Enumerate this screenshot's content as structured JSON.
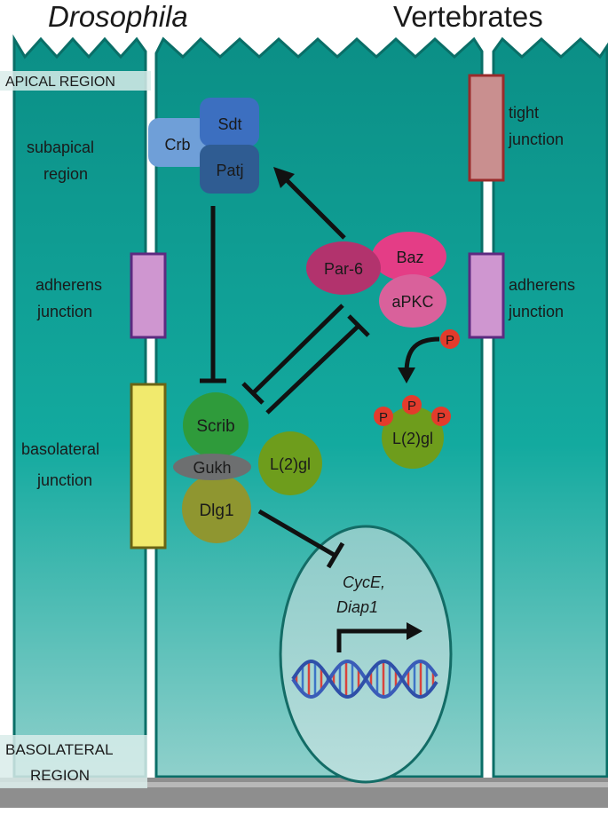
{
  "header": {
    "left_title": "Drosophila",
    "right_title": "Vertebrates"
  },
  "regions": {
    "apical": "APICAL REGION",
    "basolateral_line1": "BASOLATERAL",
    "basolateral_line2": "REGION"
  },
  "left_labels": {
    "subapical_line1": "subapical",
    "subapical_line2": "region",
    "adherens_line1": "adherens",
    "adherens_line2": "junction",
    "basolateral_line1": "basolateral",
    "basolateral_line2": "junction"
  },
  "right_labels": {
    "tight_line1": "tight",
    "tight_line2": "junction",
    "adherens_line1": "adherens",
    "adherens_line2": "junction"
  },
  "proteins": {
    "crb": "Crb",
    "sdt": "Sdt",
    "patj": "Patj",
    "par6": "Par-6",
    "baz": "Baz",
    "apkc": "aPKC",
    "scrib": "Scrib",
    "gukh": "Gukh",
    "dlg1": "Dlg1",
    "lgl": "L(2)gl",
    "lgl_phos": "L(2)gl",
    "phospho": "P"
  },
  "nucleus": {
    "genes_line1": "CycE,",
    "genes_line2": "Diap1"
  },
  "colors": {
    "cell": "#0e9c92",
    "cell_dark": "#087a72",
    "tight_junction": "#c98f8f",
    "adherens_junction": "#cf96d0",
    "basolateral_junction": "#f1ea6d",
    "crb": "#6f9fd8",
    "sdt": "#3c6fc0",
    "patj": "#2f5c92",
    "par6": "#b2336d",
    "baz": "#e43d86",
    "apkc": "#d9619b",
    "scrib": "#2f9b3b",
    "gukh": "#6d6f70",
    "dlg1": "#8f9630",
    "lgl": "#6e9d1c",
    "phospho": "#e33b2c",
    "nucleus": "#a9d6d4"
  }
}
